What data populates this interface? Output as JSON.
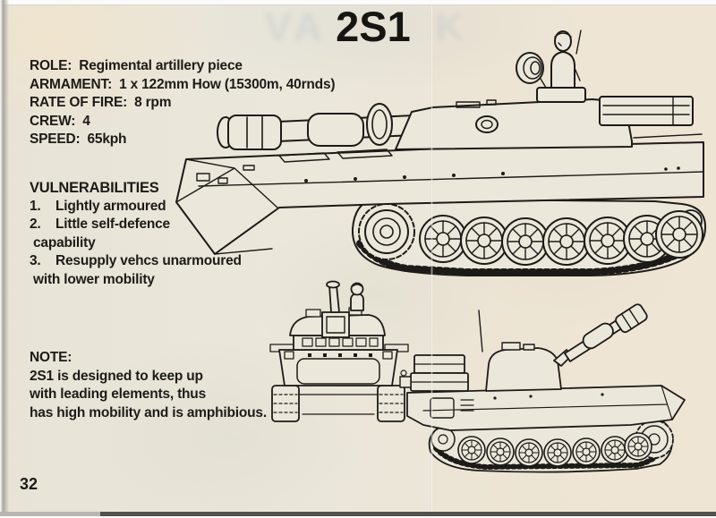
{
  "colors": {
    "page_cream": "#ebe7da",
    "ink": "#1d1b18",
    "scan_bar": "#53514e"
  },
  "page": {
    "title": "2S1",
    "ghost_text": "VA K",
    "page_number": "32"
  },
  "specs": [
    {
      "label": "ROLE:",
      "value": "Regimental artillery piece"
    },
    {
      "label": "ARMAMENT:",
      "value": "1 x 122mm How (15300m, 40rnds)"
    },
    {
      "label": "RATE OF FIRE:",
      "value": "8 rpm"
    },
    {
      "label": "CREW:",
      "value": "4"
    },
    {
      "label": "SPEED:",
      "value": "65kph"
    }
  ],
  "vulnerabilities": {
    "heading": "VULNERABILITIES",
    "items": [
      {
        "number": "1.",
        "line1": "Lightly armoured"
      },
      {
        "number": "2.",
        "line1": "Little self-defence",
        "line2": "capability"
      },
      {
        "number": "3.",
        "line1": "Resupply vehcs unarmoured",
        "line2": "with lower mobility"
      }
    ]
  },
  "note": {
    "heading": "NOTE:",
    "lines": [
      "2S1 is designed to keep up",
      "with leading elements, thus",
      "has high mobility and is amphibious."
    ]
  }
}
